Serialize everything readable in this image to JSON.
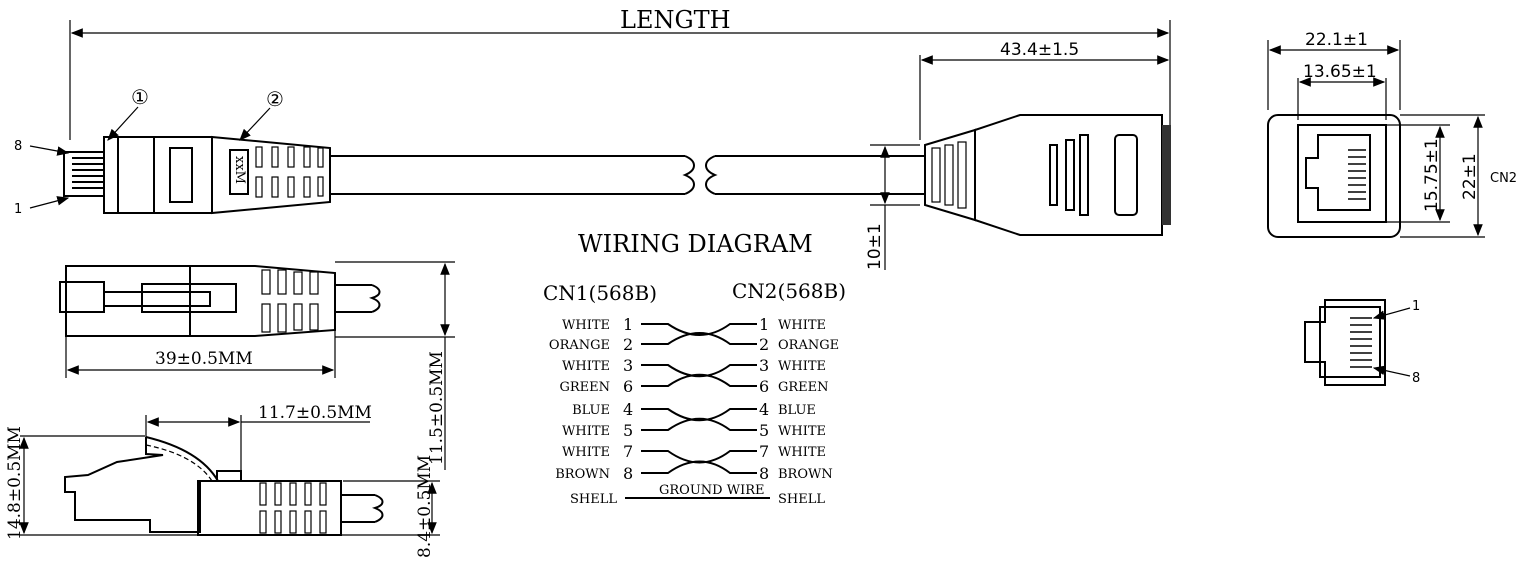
{
  "top_view": {
    "length_label": "LENGTH",
    "boot_length": "43.4±1.5",
    "height_label": "10±1",
    "pin8": "8",
    "pin1": "1",
    "callout1": "①",
    "callout2": "②",
    "boot_mark": "xxM"
  },
  "end_view": {
    "outer_width": "22.1±1",
    "inner_width": "13.65±1",
    "inner_height": "15.75±1",
    "outer_height": "22±1",
    "connector": "CN2",
    "jack_pin1": "1",
    "jack_pin8": "8"
  },
  "side_view": {
    "plug_length": "39±0.5MM",
    "plug_height": "11.5±0.5MM",
    "latch_length": "11.7±0.5MM",
    "total_height": "14.8±0.5MM",
    "body_height": "8.4±0.5MM"
  },
  "wiring": {
    "title": "WIRING DIAGRAM",
    "left_header": "CN1(568B)",
    "right_header": "CN2(568B)",
    "rows": [
      {
        "color": "WHITE",
        "pin": "1"
      },
      {
        "color": "ORANGE",
        "pin": "2"
      },
      {
        "color": "WHITE",
        "pin": "3"
      },
      {
        "color": "GREEN",
        "pin": "6"
      },
      {
        "color": "BLUE",
        "pin": "4"
      },
      {
        "color": "WHITE",
        "pin": "5"
      },
      {
        "color": "WHITE",
        "pin": "7"
      },
      {
        "color": "BROWN",
        "pin": "8"
      }
    ],
    "ground_label": "GROUND WIRE",
    "shell_left": "SHELL",
    "shell_right": "SHELL"
  }
}
